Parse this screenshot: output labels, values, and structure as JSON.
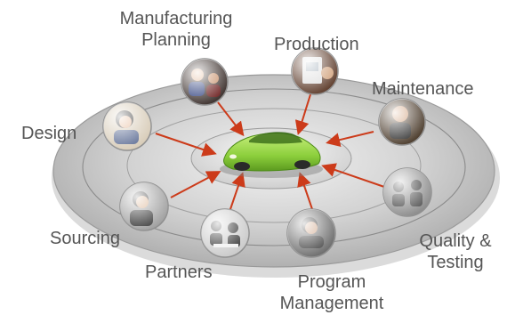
{
  "labels": {
    "manufacturing_1": "Manufacturing",
    "manufacturing_2": "Planning",
    "production": "Production",
    "maintenance": "Maintenance",
    "design": "Design",
    "sourcing": "Sourcing",
    "partners": "Partners",
    "program_1": "Program",
    "program_2": "Management",
    "quality_1": "Quality &",
    "quality_2": "Testing"
  },
  "colors": {
    "arrow": "#cc3b1a",
    "label_text": "#555555",
    "car_body": "#8ccf3c",
    "ring_light": "#e8e8e8",
    "ring_dark": "#a7a7a7"
  },
  "icons": {
    "hub": "car-icon",
    "nodes": [
      "manufacturing-planning-photo",
      "production-photo",
      "maintenance-photo",
      "design-photo",
      "sourcing-photo",
      "partners-photo",
      "program-management-photo",
      "quality-testing-photo"
    ]
  }
}
